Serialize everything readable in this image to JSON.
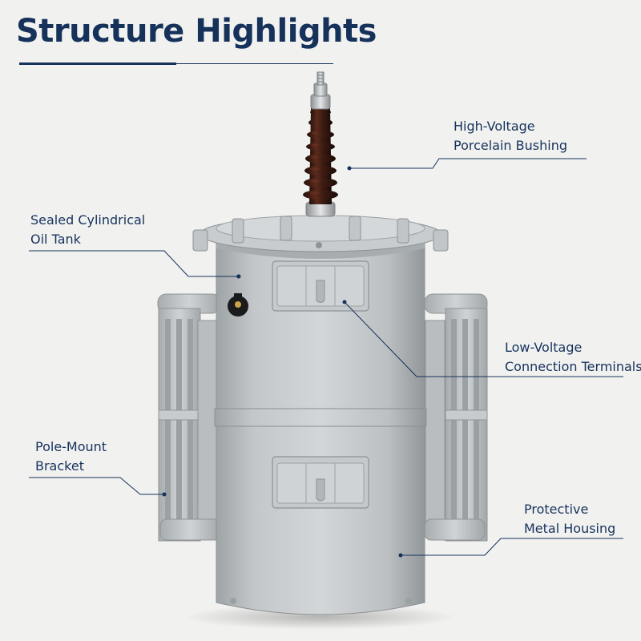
{
  "title": "Structure Highlights",
  "colors": {
    "navy": "#16325b",
    "body": "#c4c8ca",
    "body_shade": "#a9aeb1",
    "bushing": "#3b1b12",
    "background": "#f1f1f0"
  },
  "callouts": [
    {
      "id": "hv-bushing",
      "lines": [
        "High-Voltage",
        "Porcelain Bushing"
      ]
    },
    {
      "id": "oil-tank",
      "lines": [
        "Sealed Cylindrical",
        "Oil Tank"
      ]
    },
    {
      "id": "lv-terminals",
      "lines": [
        "Low-Voltage",
        "Connection Terminals"
      ]
    },
    {
      "id": "bracket",
      "lines": [
        "Pole-Mount",
        "Bracket"
      ]
    },
    {
      "id": "housing",
      "lines": [
        "Protective",
        "Metal Housing"
      ]
    }
  ]
}
